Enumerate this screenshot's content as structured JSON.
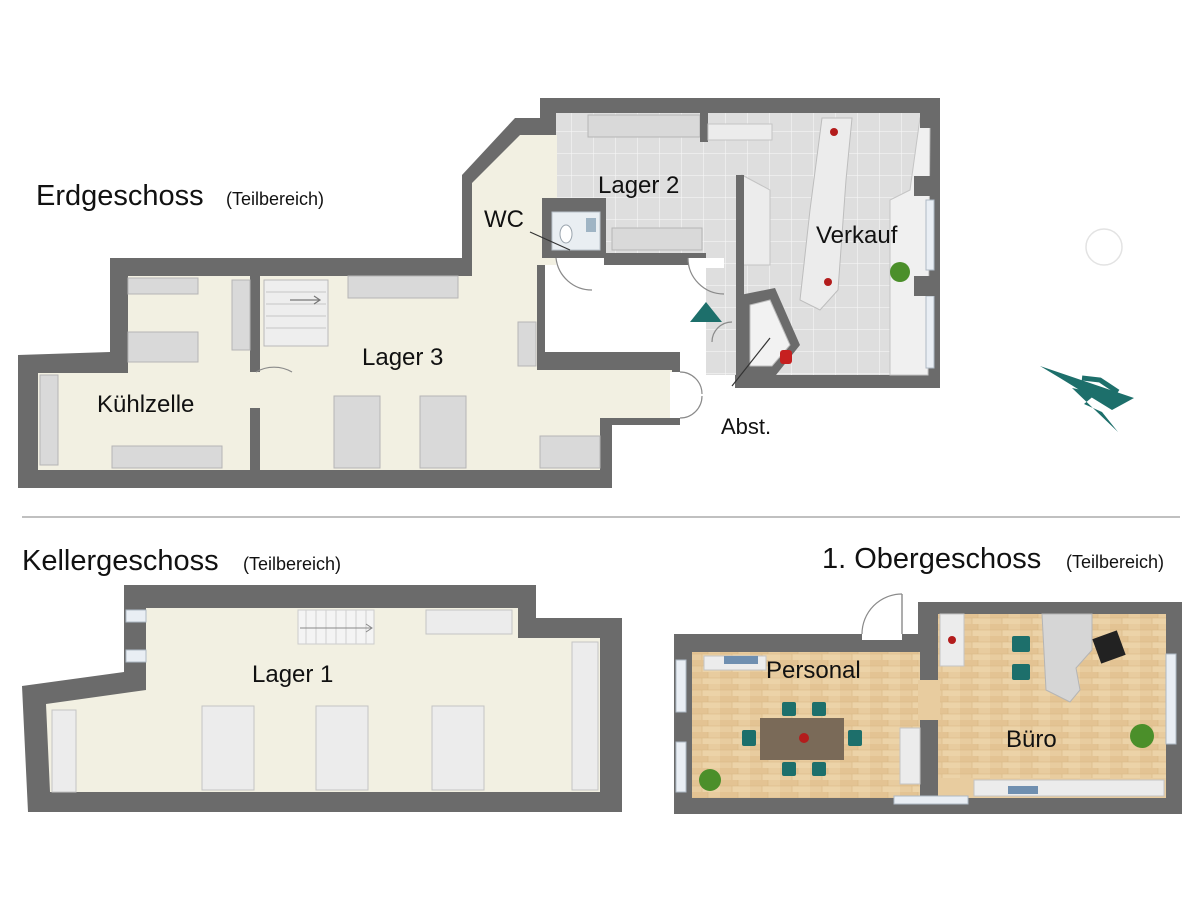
{
  "floors": {
    "ground": {
      "title": "Erdgeschoss",
      "subtitle": "(Teilbereich)",
      "rooms": {
        "wc": "WC",
        "lager2": "Lager 2",
        "verkauf": "Verkauf",
        "lager3": "Lager 3",
        "kuehlzelle": "Kühlzelle",
        "abst": "Abst."
      }
    },
    "basement": {
      "title": "Kellergeschoss",
      "subtitle": "(Teilbereich)",
      "rooms": {
        "lager1": "Lager 1"
      }
    },
    "upper": {
      "title": "1. Obergeschoss",
      "subtitle": "(Teilbereich)",
      "rooms": {
        "personal": "Personal",
        "buero": "Büro"
      }
    }
  },
  "colors": {
    "wall": "#6b6b6b",
    "floor_storage": "#f2f0e2",
    "floor_tile": "#dcdcdc",
    "floor_wood": "#e6c89a",
    "accent": "#1d6f6b"
  },
  "icons": [
    "north-arrow-icon",
    "entrance-arrow-icon",
    "staircase-icon",
    "plant-icon",
    "chair-icon",
    "door-icon",
    "window-icon"
  ]
}
